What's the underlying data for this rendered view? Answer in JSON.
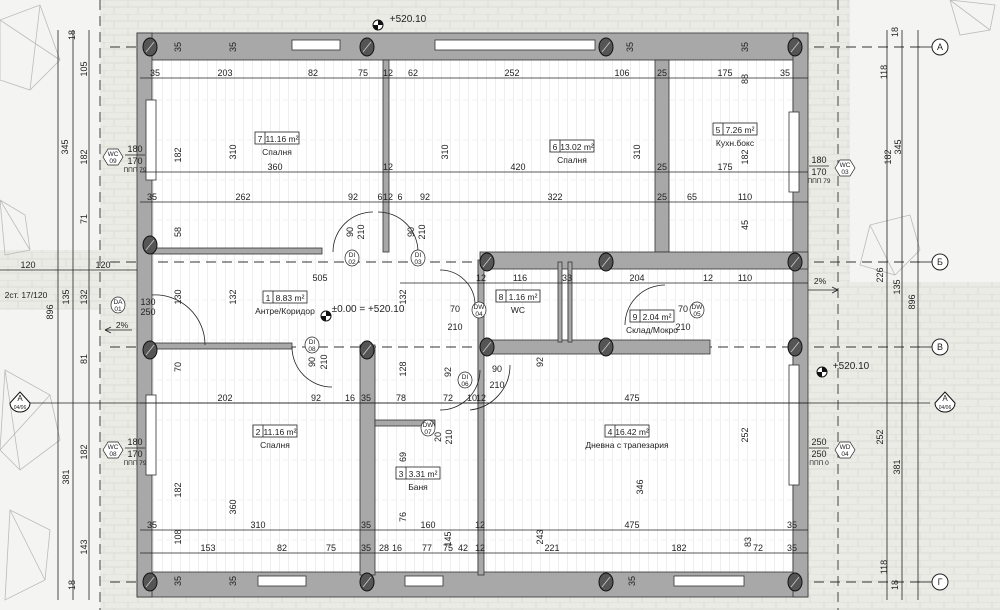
{
  "rooms": [
    {
      "no": "7",
      "area": "11.16 m²",
      "name": "Спалня"
    },
    {
      "no": "6",
      "area": "13.02 m²",
      "name": "Спалня"
    },
    {
      "no": "5",
      "area": "7.26 m²",
      "name": "Кухн.бокс"
    },
    {
      "no": "1",
      "area": "8.83 m²",
      "name": "Антре/Коридор"
    },
    {
      "no": "8",
      "area": "1.16 m²",
      "name": "WC"
    },
    {
      "no": "9",
      "area": "2.04 m²",
      "name": "Склад/Мокро"
    },
    {
      "no": "2",
      "area": "11.16 m²",
      "name": "Спалня"
    },
    {
      "no": "3",
      "area": "3.31 m²",
      "name": "Баня"
    },
    {
      "no": "4",
      "area": "16.42 m²",
      "name": "Дневна с трапезария"
    }
  ],
  "axes": [
    "А",
    "Б",
    "В",
    "Г"
  ],
  "elevations": [
    "+520.10",
    "±0.00 = +520.10",
    "+520.10"
  ],
  "section_marks": [
    {
      "letter": "A",
      "sheet": "04/06"
    },
    {
      "letter": "A",
      "sheet": "04/06"
    }
  ],
  "door_tags": [
    {
      "type": "DI",
      "no": "02"
    },
    {
      "type": "DI",
      "no": "03"
    },
    {
      "type": "DW",
      "no": "04"
    },
    {
      "type": "DW",
      "no": "05"
    },
    {
      "type": "DA",
      "no": "01"
    },
    {
      "type": "DI",
      "no": "08"
    },
    {
      "type": "DI",
      "no": "06"
    },
    {
      "type": "DW",
      "no": "07"
    }
  ],
  "window_tags": [
    {
      "type": "WC",
      "no": "09",
      "w": "180",
      "h": "170",
      "sill": "ППП 79"
    },
    {
      "type": "WC",
      "no": "08",
      "w": "180",
      "h": "170",
      "sill": "ППП 79"
    },
    {
      "type": "WC",
      "no": "03",
      "w": "180",
      "h": "170",
      "sill": "ППП 79"
    },
    {
      "type": "WD",
      "no": "04",
      "w": "250",
      "h": "250",
      "sill": "ППП 0"
    }
  ],
  "slope_labels": [
    "2%",
    "2%"
  ],
  "stairs_label": "2ст. 17/120",
  "dimensions": [
    "35",
    "203",
    "82",
    "75",
    "12",
    "62",
    "252",
    "106",
    "25",
    "175",
    "35",
    "35",
    "35",
    "35",
    "35",
    "360",
    "12",
    "420",
    "25",
    "175",
    "35",
    "262",
    "92",
    "6",
    "12",
    "6",
    "92",
    "322",
    "25",
    "65",
    "110",
    "310",
    "310",
    "310",
    "182",
    "182",
    "88",
    "58",
    "45",
    "505",
    "12",
    "116",
    "33",
    "204",
    "12",
    "110",
    "132",
    "132",
    "130",
    "70",
    "202",
    "92",
    "16",
    "35",
    "78",
    "72",
    "10",
    "12",
    "475",
    "128",
    "92",
    "92",
    "182",
    "360",
    "69",
    "243",
    "346",
    "252",
    "76",
    "145",
    "35",
    "310",
    "35",
    "160",
    "12",
    "475",
    "35",
    "153",
    "82",
    "75",
    "35",
    "28",
    "16",
    "77",
    "75",
    "42",
    "12",
    "221",
    "182",
    "72",
    "35",
    "108",
    "83",
    "35",
    "35",
    "35",
    "105",
    "182",
    "345",
    "71",
    "120",
    "120",
    "896",
    "135",
    "132",
    "81",
    "182",
    "381",
    "143",
    "18",
    "18",
    "118",
    "182",
    "345",
    "226",
    "135",
    "896",
    "252",
    "381",
    "118",
    "18",
    "18",
    "90",
    "210",
    "90",
    "210",
    "70",
    "210",
    "70",
    "210",
    "130",
    "250",
    "90",
    "210",
    "90",
    "210",
    "20",
    "210"
  ],
  "colors": {
    "wall": "#a8a8a8",
    "column": "#555555",
    "floor": "#ffffff",
    "paving": "#ebebe6"
  }
}
